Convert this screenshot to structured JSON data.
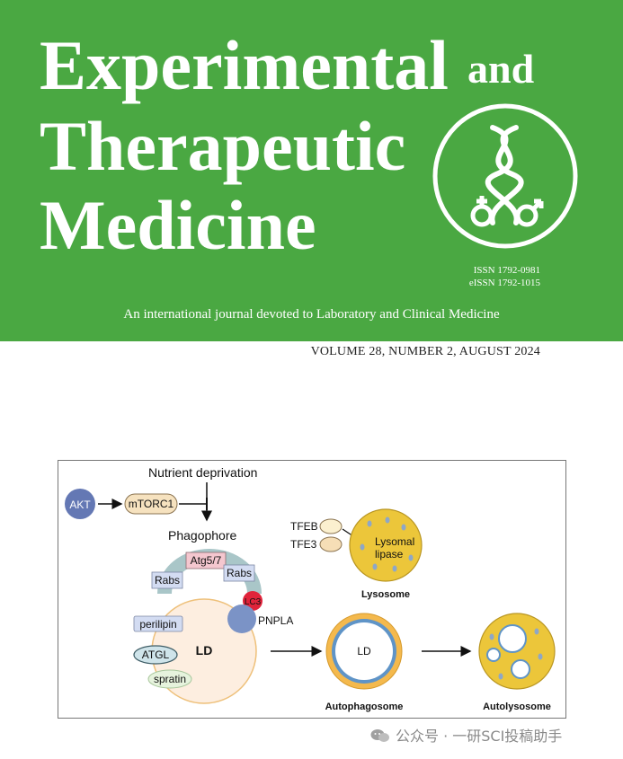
{
  "journal": {
    "title_line1": "Experimental",
    "title_and": "and",
    "title_line2": "Therapeutic",
    "title_line3": "Medicine",
    "issn": "ISSN 1792-0981",
    "eissn": "eISSN 1792-1015",
    "tagline": "An international journal devoted to Laboratory and Clinical Medicine",
    "volume": "VOLUME 28,  NUMBER 2,  AUGUST  2024",
    "brand_color": "#4aa842",
    "logo_icon": "dna-helix-gender-symbols-icon"
  },
  "figure": {
    "nutrient_deprivation": "Nutrient deprivation",
    "akt": "AKT",
    "mtorc1": "mTORC1",
    "phagophore": "Phagophore",
    "atg57": "Atg5/7",
    "rabs_left": "Rabs",
    "rabs_right": "Rabs",
    "lc3": "LC3",
    "pnpla": "PNPLA",
    "perilipin": "perilipin",
    "atgl": "ATGL",
    "spratin": "spratin",
    "ld": "LD",
    "tfeb": "TFEB",
    "tfe3": "TFE3",
    "lysomal": "Lysomal",
    "lipase": "lipase",
    "lysosome": "Lysosome",
    "autophagosome_ld": "LD",
    "autophagosome": "Autophagosome",
    "autolysosome": "Autolysosome"
  },
  "watermark": {
    "text": "公众号 · 一研SCI投稿助手",
    "icon": "wechat-icon"
  }
}
